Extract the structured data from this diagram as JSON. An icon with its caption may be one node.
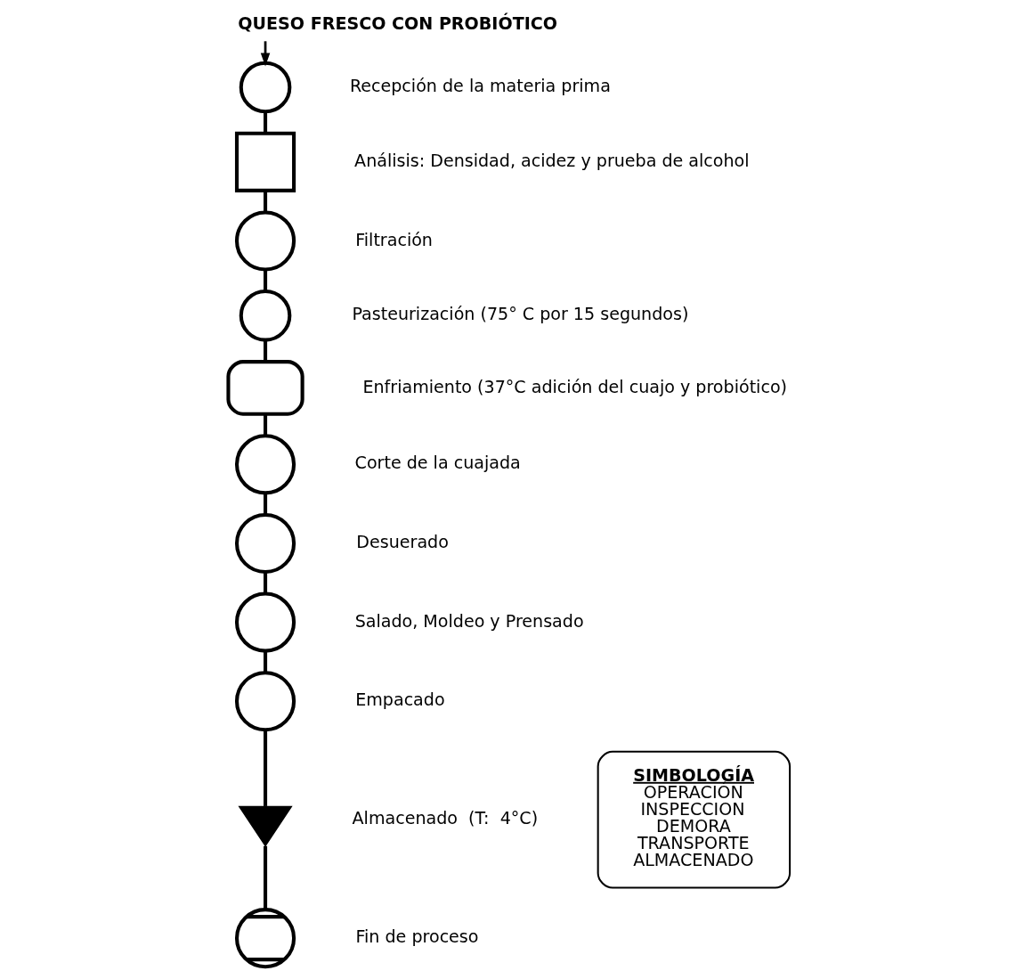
{
  "diagram": {
    "title": "QUESO FRESCO CON PROBIÓTICO",
    "nodes": [
      {
        "text": [],
        "shape": "combined",
        "beside": [
          "Recepción de la materia prima"
        ]
      },
      {
        "text": [],
        "shape": "box",
        "beside": [
          "Análisis: Densidad, acidez y prueba de alcohol"
        ]
      },
      {
        "text": [],
        "shape": "circle",
        "beside": [
          "Filtración"
        ]
      },
      {
        "text": [],
        "shape": "combined",
        "beside": [
          "Pasteurización (75° C por 15 segundos)"
        ]
      },
      {
        "text": [],
        "shape": "delay",
        "beside": [
          "Enfriamiento (37°C adición del cuajo y probiótico)"
        ]
      },
      {
        "text": [],
        "shape": "circle",
        "beside": [
          "Corte de la cuajada"
        ]
      },
      {
        "text": [],
        "shape": "circle",
        "beside": [
          "Desuerado"
        ]
      },
      {
        "text": [],
        "shape": "circle",
        "beside": [
          "Salado, Moldeo y Prensado"
        ]
      },
      {
        "text": [],
        "shape": "circle",
        "beside": [
          "Empacado"
        ]
      },
      {
        "text": [],
        "shape": "triangle",
        "beside": [
          "Almacenado  (T:  4°C)"
        ]
      },
      {
        "text": [],
        "shape": "circle",
        "beside": [
          "Fin de proceso"
        ]
      },
      {
        "text": [
          "SIMBOLOGÍA",
          "OPERACIÓN",
          "INSPECCION",
          "DEMORA",
          "TRANSPORTE",
          "ALMACENADO"
        ]
      }
    ],
    "edges": [
      {
        "from": null,
        "to": 0,
        "arrow": "to"
      },
      {
        "from": 0,
        "to": 1,
        "arrow": "none"
      },
      {
        "from": 1,
        "to": 2,
        "arrow": "none"
      },
      {
        "from": 2,
        "to": 3,
        "arrow": "none"
      },
      {
        "from": 3,
        "to": 4,
        "arrow": "none"
      },
      {
        "from": 4,
        "to": 5,
        "arrow": "none"
      },
      {
        "from": 5,
        "to": 6,
        "arrow": "none"
      },
      {
        "from": 6,
        "to": 7,
        "arrow": "none"
      },
      {
        "from": 7,
        "to": 8,
        "arrow": "none"
      },
      {
        "from": 8,
        "to": 9,
        "arrow": "none"
      },
      {
        "from": 9,
        "to": 10,
        "arrow": "none"
      }
    ]
  }
}
